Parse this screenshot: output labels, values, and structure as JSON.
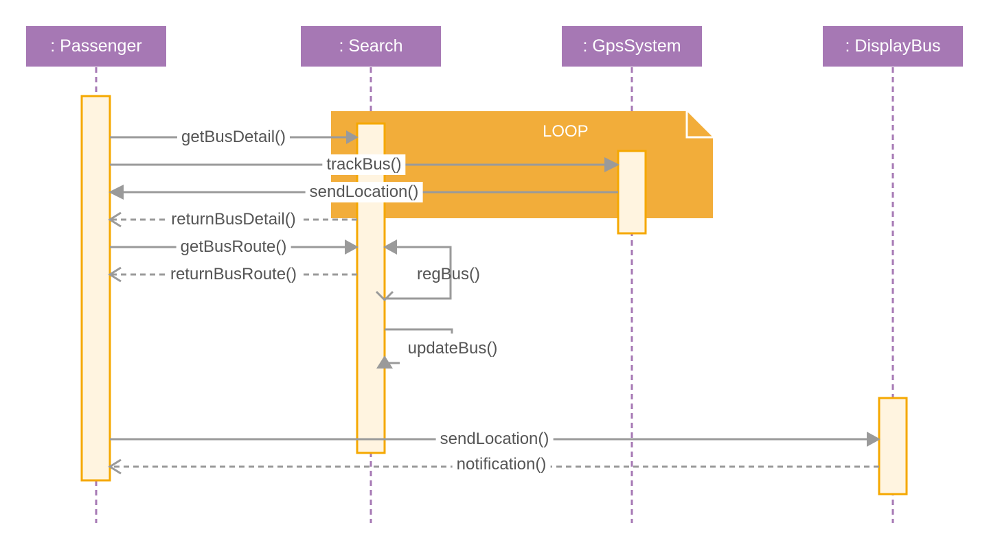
{
  "lifelines": [
    {
      "id": "passenger",
      "label": ": Passenger"
    },
    {
      "id": "search",
      "label": ": Search"
    },
    {
      "id": "gps",
      "label": ": GpsSystem"
    },
    {
      "id": "display",
      "label": ": DisplayBus"
    }
  ],
  "fragment": {
    "label": "LOOP"
  },
  "messages": [
    {
      "id": "getBusDetail",
      "label": "getBusDetail()",
      "from": "passenger",
      "to": "search",
      "style": "solid"
    },
    {
      "id": "trackBus",
      "label": "trackBus()",
      "from": "passenger",
      "to": "gps",
      "style": "solid"
    },
    {
      "id": "sendLocation1",
      "label": "sendLocation()",
      "from": "gps",
      "to": "passenger",
      "style": "solid"
    },
    {
      "id": "returnBusDetail",
      "label": "returnBusDetail()",
      "from": "search",
      "to": "passenger",
      "style": "dashed"
    },
    {
      "id": "getBusRoute",
      "label": "getBusRoute()",
      "from": "passenger",
      "to": "search",
      "style": "solid"
    },
    {
      "id": "returnBusRoute",
      "label": "returnBusRoute()",
      "from": "search",
      "to": "passenger",
      "style": "dashed"
    },
    {
      "id": "regBus",
      "label": "regBus()",
      "from": "search",
      "to": "search",
      "style": "self"
    },
    {
      "id": "updateBus",
      "label": "updateBus()",
      "from": "search",
      "to": "search",
      "style": "self"
    },
    {
      "id": "sendLocation2",
      "label": "sendLocation()",
      "from": "passenger",
      "to": "display",
      "style": "solid"
    },
    {
      "id": "notification",
      "label": "notification()",
      "from": "display",
      "to": "passenger",
      "style": "dashed"
    }
  ],
  "colors": {
    "header": "#a678b4",
    "lifeline": "#a678b4",
    "activation_fill": "#fff4e0",
    "activation_border": "#f5a800",
    "loop_fill": "#f2ad3a",
    "arrow": "#9a9a9a"
  }
}
